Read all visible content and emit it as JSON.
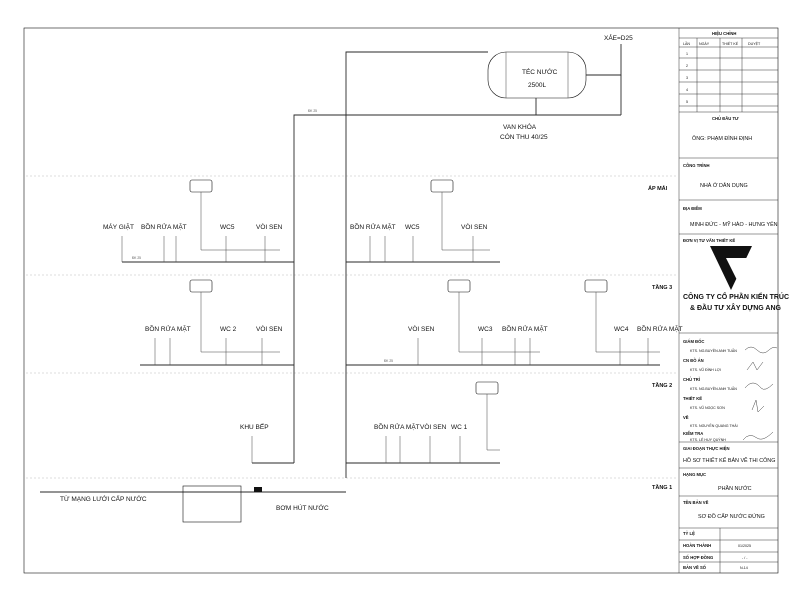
{
  "floors": {
    "roof": "ÁP MÁI",
    "f3": "TẦNG 3",
    "f2": "TẦNG 2",
    "f1": "TẦNG 1"
  },
  "tank": {
    "name": "TÉC NƯỚC",
    "capacity": "2500L"
  },
  "vent_label": "XẢE=D25",
  "valve_label_1": "VAN KHÓA",
  "valve_label_2": "CÓN THU 40/25",
  "supply_label": "TỪ MẠNG LƯỚI CẤP NƯỚC",
  "pump_label": "BƠM HÚT NƯỚC",
  "fixtures": {
    "may_giat": "MÁY GIẶT",
    "bon_rua_mat": "BỒN RỬA MẶT",
    "wc5": "WC5",
    "voi_sen": "VÒI SEN",
    "wc2": "WC 2",
    "wc3": "WC3",
    "wc4": "WC4",
    "wc1": "WC 1",
    "khu_bep": "KHU BẾP"
  },
  "pipe_tag": "ĐK 25",
  "title_block": {
    "revision_header": "HIỆU CHỈNH",
    "rev_cols": [
      "LẦN",
      "NGÀY",
      "THIẾT KẾ",
      "DUYỆT"
    ],
    "rev_rows": [
      "1",
      "2",
      "3",
      "4",
      "5"
    ],
    "investor_label": "CHỦ ĐẦU TƯ",
    "investor_value": "ÔNG: PHẠM ĐÌNH ĐỊNH",
    "project_label": "CÔNG TRÌNH",
    "project_value": "NHÀ Ở DÂN DỤNG",
    "location_label": "ĐỊA ĐIỂM",
    "location_value": "MINH ĐỨC - MỸ HÀO - HƯNG YÊN",
    "consultant_label": "ĐƠN VỊ TƯ VẤN THIẾT KẾ",
    "company_1": "CÔNG TY CỔ PHẦN KIẾN TRÚC",
    "company_2": "& ĐẦU TƯ XÂY DỰNG ANG",
    "director_label": "GIÁM ĐỐC",
    "director_value": "KTS. NG.BUYỀN ANH TUẤN",
    "chief_label": "CN ĐỒ ÁN",
    "chief_value": "KTS. VŨ ĐÌNH LỢI",
    "lead_label": "CHỦ TRÌ",
    "lead_value": "KTS. NG.BUYỀN ANH TUẤN",
    "design_label": "THIẾT KẾ",
    "design_value": "KTS. VŨ NGỌC SƠN",
    "draw_label": "VẼ",
    "draw_value": "KTS. NGUYỄN QUANG THÁI",
    "check_label": "KIỂM TRA",
    "check_value": "KTS. LÊ HUY QUỲNH",
    "stage_label": "GIAI ĐOẠN THỰC HIỆN",
    "stage_value": "HỒ SƠ THIẾT KẾ BẢN VẼ THI CÔNG",
    "category_label": "HẠNG MỤC",
    "category_value": "PHẦN NƯỚC",
    "sheet_name_label": "TÊN BẢN VẼ",
    "sheet_name_value": "SƠ ĐỒ CẤP NƯỚC ĐỨNG",
    "scale_label": "TỶ LỆ",
    "done_label": "HOÀN THÀNH",
    "done_value": "01/2025",
    "contract_label": "SỐ HỢP ĐỒNG",
    "contract_value": "- / -",
    "sheet_no_label": "BẢN VẼ SỐ",
    "sheet_no_value": "N-14"
  },
  "colors": {
    "line": "#2a2a2a",
    "dash": "#bdbdbd",
    "logo": "#111111"
  }
}
